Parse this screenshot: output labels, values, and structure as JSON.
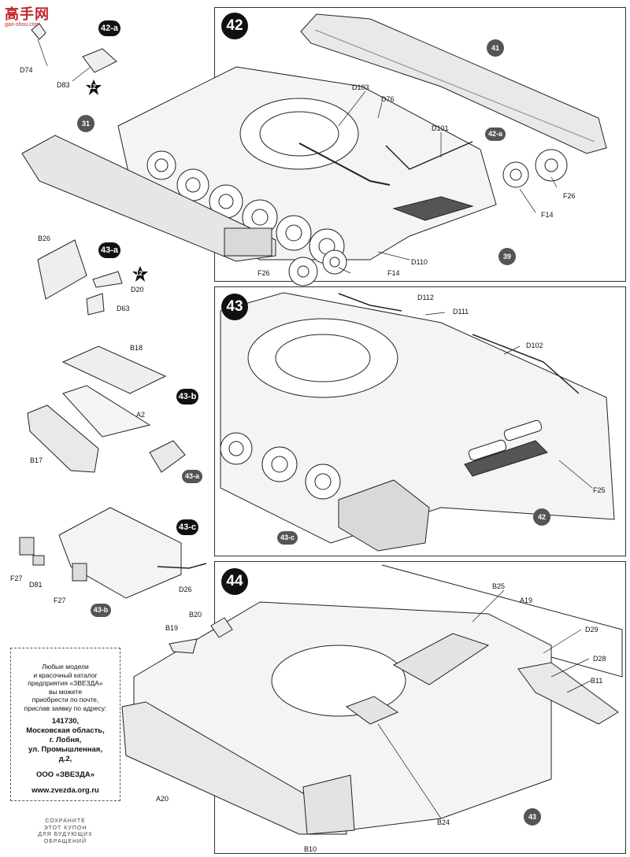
{
  "logo": {
    "main": "高手网",
    "sub": "gao-shou.com"
  },
  "steps": {
    "s42": "42",
    "s43": "43",
    "s44": "44"
  },
  "substeps": {
    "a42": "42-a",
    "a43": "43-a",
    "b43": "43-b",
    "c43": "43-c",
    "ref43a": "43-a",
    "ref43b": "43-b",
    "ref43c": "43-c",
    "ref42a": "42-a"
  },
  "refs": {
    "r41": "41",
    "r31": "31",
    "r39": "39",
    "r42": "42",
    "r43": "43"
  },
  "stars": {
    "s1": "12",
    "s2": "12"
  },
  "labels": {
    "D74": "D74",
    "D83": "D83",
    "B26": "B26",
    "D20": "D20",
    "D63": "D63",
    "B18": "B18",
    "A2": "A2",
    "B17": "B17",
    "F27a": "F27",
    "D81": "D81",
    "F27b": "F27",
    "D26": "D26",
    "D103": "D103",
    "D76": "D76",
    "D101": "D101",
    "F26a": "F26",
    "F14a": "F14",
    "D110": "D110",
    "F14b": "F14",
    "F26b": "F26",
    "D112": "D112",
    "D111": "D111",
    "D102": "D102",
    "F25": "F25",
    "B25": "B25",
    "A19": "A19",
    "D29": "D29",
    "D28": "D28",
    "B11": "B11",
    "B20": "B20",
    "B19": "B19",
    "A20": "A20",
    "B24": "B24",
    "B10": "B10"
  },
  "coupon": {
    "line1": "Любые модели",
    "line2": "и красочный каталог",
    "line3": "предприятия «ЗВЕЗДА»",
    "line4": "вы можете",
    "line5": "приобрести по почте,",
    "line6": "прислав заявку по адресу:",
    "addr1": "141730,",
    "addr2": "Московская область,",
    "addr3": "г. Лобня,",
    "addr4": "ул. Промышленная,",
    "addr5": "д.2,",
    "company": "ООО «ЗВЕЗДА»",
    "site": "www.zvezda.org.ru"
  },
  "keep": {
    "l1": "СОХРАНИТЕ",
    "l2": "ЭТОТ КУПОН",
    "l3": "ДЛЯ БУДУЮЩИХ",
    "l4": "ОБРАЩЕНИЙ"
  }
}
